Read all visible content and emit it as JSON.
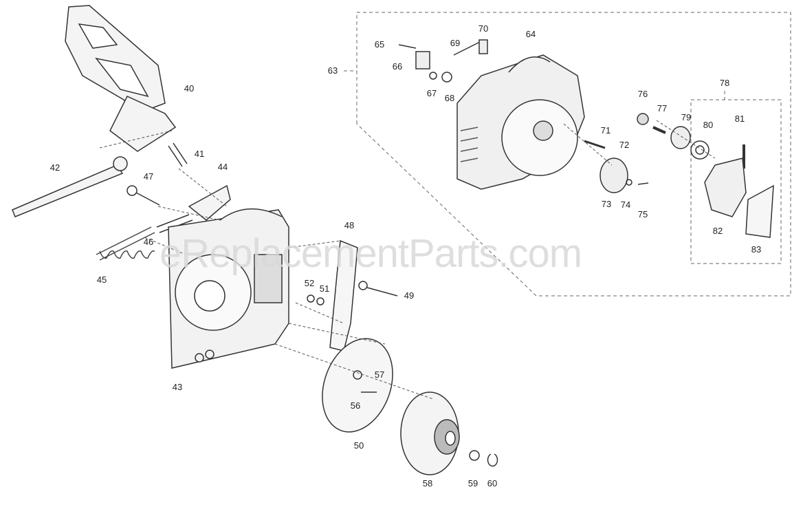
{
  "diagram": {
    "watermark": "eReplacementParts.com",
    "callouts": [
      "40",
      "41",
      "42",
      "43",
      "44",
      "45",
      "46",
      "47",
      "48",
      "49",
      "50",
      "51",
      "52",
      "56",
      "57",
      "58",
      "59",
      "60",
      "63",
      "64",
      "65",
      "66",
      "67",
      "68",
      "69",
      "70",
      "71",
      "72",
      "73",
      "74",
      "75",
      "76",
      "77",
      "78",
      "79",
      "80",
      "81",
      "82",
      "83"
    ]
  }
}
